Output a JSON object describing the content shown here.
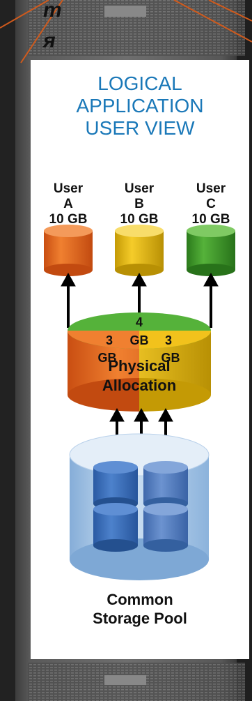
{
  "title_lines": [
    "LOGICAL",
    "APPLICATION",
    "USER VIEW"
  ],
  "users": [
    {
      "name_line1": "User",
      "name_line2": "A",
      "capacity": "10 GB",
      "color": "#e8671d"
    },
    {
      "name_line1": "User",
      "name_line2": "B",
      "capacity": "10 GB",
      "color": "#e4b70c"
    },
    {
      "name_line1": "User",
      "name_line2": "C",
      "capacity": "10 GB",
      "color": "#3f9a2a"
    }
  ],
  "physical": {
    "label_line1": "Physical",
    "label_line2": "Allocation",
    "top_value": "4",
    "top_unit": "GB",
    "left_value": "3",
    "left_unit": "GB",
    "right_value": "3",
    "right_unit": "GB"
  },
  "pool": {
    "label_line1": "Common",
    "label_line2": "Storage Pool"
  },
  "rack_letters": [
    "m",
    "я"
  ],
  "colors": {
    "title_blue": "#1a78b8",
    "user_a_orange": "#e8671d",
    "user_b_yellow": "#e4b70c",
    "user_c_green": "#3f9a2a",
    "pool_blue": "#9fc3e4",
    "disk_blue": "#3b6fb8"
  }
}
